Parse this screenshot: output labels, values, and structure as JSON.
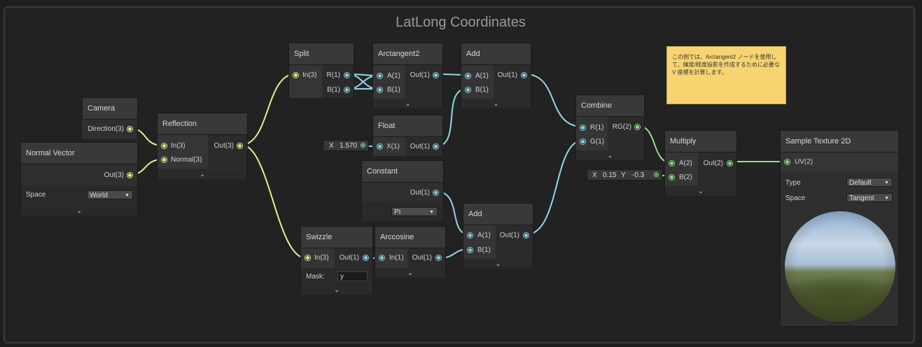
{
  "group_title": "LatLong Coordinates",
  "sticky_note": "この例では、Arctangent2 ノードを使用して、緯度/経度投影を作成するために必要な V 座標を計算します。",
  "colors": {
    "vector3": "#e6ee8f",
    "float": "#8ed9e3",
    "vector2": "#90e090",
    "sticky": "#f8d470"
  },
  "chevron": "⌄",
  "nodes": {
    "camera": {
      "title": "Camera",
      "out": "Direction(3)"
    },
    "normal_vector": {
      "title": "Normal Vector",
      "out": "Out(3)",
      "space_label": "Space",
      "space_value": "World"
    },
    "reflection": {
      "title": "Reflection",
      "in1": "In(3)",
      "in2": "Normal(3)",
      "out": "Out(3)"
    },
    "split": {
      "title": "Split",
      "in": "In(3)",
      "out_r": "R(1)",
      "out_b": "B(1)"
    },
    "arctangent2": {
      "title": "Arctangent2",
      "in_a": "A(1)",
      "in_b": "B(1)",
      "out": "Out(1)"
    },
    "add1": {
      "title": "Add",
      "in_a": "A(1)",
      "in_b": "B(1)",
      "out": "Out(1)"
    },
    "float": {
      "title": "Float",
      "in": "X(1)",
      "out": "Out(1)",
      "x_label": "X",
      "x_value": "1.570"
    },
    "constant": {
      "title": "Constant",
      "out": "Out(1)",
      "value": "PI"
    },
    "add2": {
      "title": "Add",
      "in_a": "A(1)",
      "in_b": "B(1)",
      "out": "Out(1)"
    },
    "swizzle": {
      "title": "Swizzle",
      "in": "In(3)",
      "out": "Out(1)",
      "mask_label": "Mask:",
      "mask_value": "y"
    },
    "arccosine": {
      "title": "Arccosine",
      "in": "In(1)",
      "out": "Out(1)"
    },
    "combine": {
      "title": "Combine",
      "in_r": "R(1)",
      "in_g": "G(1)",
      "out": "RG(2)"
    },
    "multiply": {
      "title": "Multiply",
      "in_a": "A(2)",
      "in_b": "B(2)",
      "out": "Out(2)",
      "x_label": "X",
      "x_value": "0.15",
      "y_label": "Y",
      "y_value": "-0.3"
    },
    "sample_texture": {
      "title": "Sample Texture 2D",
      "in": "UV(2)",
      "type_label": "Type",
      "type_value": "Default",
      "space_label": "Space",
      "space_value": "Tangent"
    }
  }
}
